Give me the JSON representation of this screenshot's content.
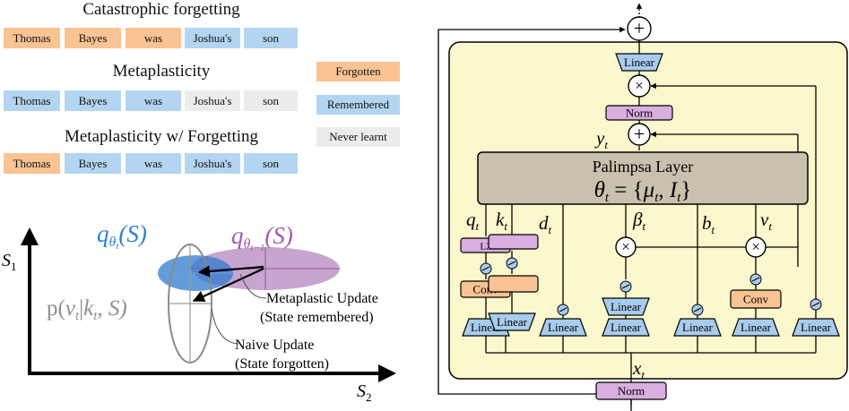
{
  "colors": {
    "forgotten": "#f9c393",
    "remembered": "#b4d5f1",
    "never_learnt": "#ececec",
    "block_bg": "#fbf8cd",
    "linear": "#a8ccee",
    "norm": "#d9aee0",
    "conv": "#f9c393",
    "palimpsa": "#c9c0ad",
    "q_blue": "#2d7fd4",
    "q_prev_purple": "#a059b0",
    "gray": "#8f8f8f"
  },
  "panel_a": {
    "rows": [
      {
        "title": "Catastrophic forgetting",
        "tokens": [
          {
            "text": "Thomas",
            "state": "forgotten"
          },
          {
            "text": "Bayes",
            "state": "forgotten"
          },
          {
            "text": "was",
            "state": "forgotten"
          },
          {
            "text": "Joshua's",
            "state": "remembered"
          },
          {
            "text": "son",
            "state": "remembered"
          }
        ]
      },
      {
        "title": "Metaplasticity",
        "tokens": [
          {
            "text": "Thomas",
            "state": "remembered"
          },
          {
            "text": "Bayes",
            "state": "remembered"
          },
          {
            "text": "was",
            "state": "remembered"
          },
          {
            "text": "Joshua's",
            "state": "never_learnt"
          },
          {
            "text": "son",
            "state": "never_learnt"
          }
        ]
      },
      {
        "title": "Metaplasticity w/ Forgetting",
        "tokens": [
          {
            "text": "Thomas",
            "state": "forgotten"
          },
          {
            "text": "Bayes",
            "state": "remembered"
          },
          {
            "text": "was",
            "state": "remembered"
          },
          {
            "text": "Joshua's",
            "state": "remembered"
          },
          {
            "text": "son",
            "state": "remembered"
          }
        ]
      }
    ],
    "legend": [
      {
        "text": "Forgotten",
        "state": "forgotten"
      },
      {
        "text": "Remembered",
        "state": "remembered"
      },
      {
        "text": "Never learnt",
        "state": "never_learnt"
      }
    ]
  },
  "panel_b": {
    "axis_y": {
      "sym": "S",
      "sub": "1"
    },
    "axis_x": {
      "sym": "S",
      "sub": "2"
    },
    "q_current": {
      "sym": "q",
      "sub": "θ",
      "subsub": "t",
      "arg": "(S)"
    },
    "q_prev": {
      "sym": "q",
      "sub": "θ",
      "subsub": "t−1",
      "arg": "(S)"
    },
    "likelihood": {
      "pre": "p(",
      "v": "v",
      "vsub": "t",
      "bar": "|",
      "k": "k",
      "ksub": "t",
      "post": ", S)"
    },
    "meta_update": {
      "line1": "Metaplastic Update",
      "line2": "(State remembered)"
    },
    "naive_update": {
      "line1": "Naive Update",
      "line2": "(State forgotten)"
    }
  },
  "panel_c": {
    "palimpsa_title": "Palimpsa Layer",
    "theta": {
      "sym": "θ",
      "sub": "t",
      "eq": " = {",
      "mu": "μ",
      "musub": "t",
      "comma": ", ",
      "I": "I",
      "Isub": "t",
      "end": "}"
    },
    "linear_label": "Linear",
    "norm_label": "Norm",
    "conv_label": "Conv",
    "l2_label": "L2",
    "vars": [
      {
        "sym": "y",
        "sub": "t"
      },
      {
        "sym": "x",
        "sub": "t"
      },
      {
        "sym": "q",
        "sub": "t"
      },
      {
        "sym": "k",
        "sub": "t"
      },
      {
        "sym": "d",
        "sub": "t"
      },
      {
        "sym": "β",
        "sub": "t"
      },
      {
        "sym": "b",
        "sub": "t"
      },
      {
        "sym": "v",
        "sub": "t"
      }
    ],
    "plus": "+",
    "times": "×"
  }
}
